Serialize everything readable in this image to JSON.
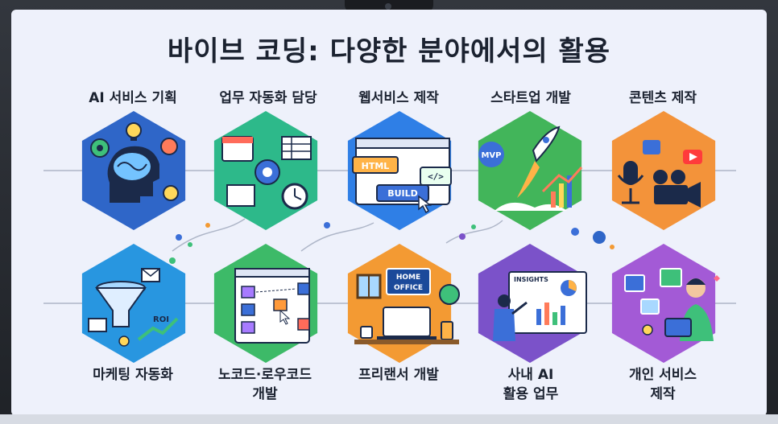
{
  "title": "바이브 코딩: 다양한 분야에서의 활용",
  "items": [
    {
      "label": "AI 서비스 기획",
      "color": "#2f66c8",
      "icon": "ai-brain-icon"
    },
    {
      "label": "업무 자동화 담당",
      "color": "#2db98a",
      "icon": "automation-gear-icon"
    },
    {
      "label": "웹서비스 제작",
      "color": "#2f7fe6",
      "icon": "web-browser-icon",
      "icon_text": [
        "HTML",
        "</>",
        "BUILD"
      ]
    },
    {
      "label": "스타트업 개발",
      "color": "#42b55a",
      "icon": "rocket-icon",
      "icon_text": [
        "MVP"
      ]
    },
    {
      "label": "콘텐츠 제작",
      "color": "#f3933a",
      "icon": "camera-microphone-icon"
    },
    {
      "label": "마케팅 자동화",
      "color": "#2896e0",
      "icon": "marketing-funnel-icon",
      "icon_text": [
        "ROI"
      ]
    },
    {
      "label": "노코드·로우코드",
      "label2": "개발",
      "color": "#3dba68",
      "icon": "nocode-blocks-icon"
    },
    {
      "label": "프리랜서 개발",
      "color": "#f39a33",
      "icon": "home-office-icon",
      "icon_text": [
        "HOME",
        "OFFICE"
      ]
    },
    {
      "label": "사내 AI",
      "label2": "활용 업무",
      "color": "#7b52c9",
      "icon": "insights-dashboard-icon",
      "icon_text": [
        "INSIGHTS"
      ]
    },
    {
      "label": "개인 서비스",
      "label2": "제작",
      "color": "#a35ad6",
      "icon": "personal-tablet-icon"
    }
  ]
}
